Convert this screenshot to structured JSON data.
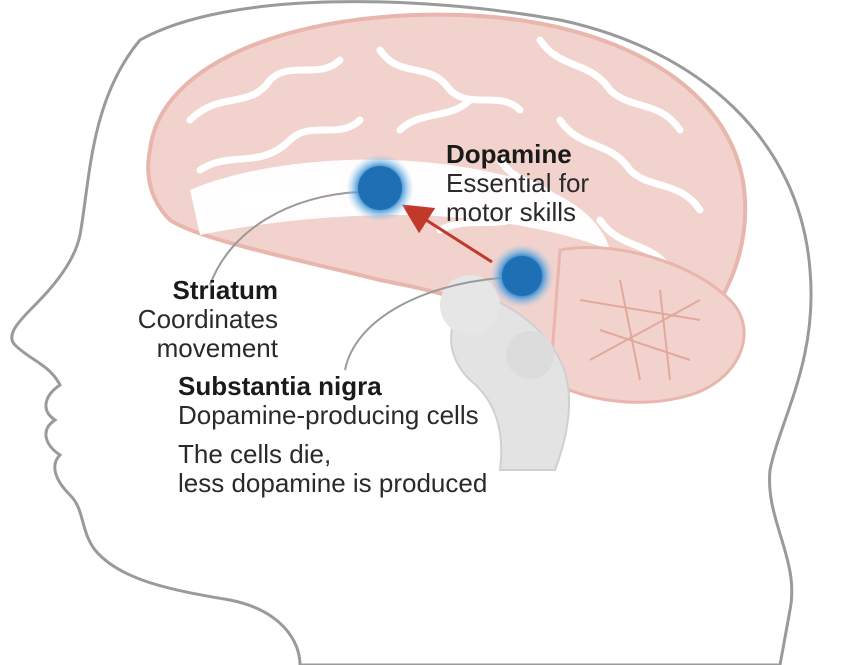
{
  "dopamine": {
    "title": "Dopamine",
    "desc1": "Essential for",
    "desc2": "motor skills"
  },
  "striatum": {
    "title": "Striatum",
    "desc1": "Coordinates",
    "desc2": "movement"
  },
  "substantia_nigra": {
    "title": "Substantia nigra",
    "desc": "Dopamine-producing cells"
  },
  "note": {
    "line1": "The cells die,",
    "line2": "less dopamine is produced"
  },
  "colors": {
    "head_outline": "#9a9a9a",
    "brain_fill": "#f2d2cc",
    "brain_gyri": "#e8b6ad",
    "node_blue": "#1f6fb5",
    "arrow": "#c0392b",
    "brainstem": "#e3e3e3"
  }
}
